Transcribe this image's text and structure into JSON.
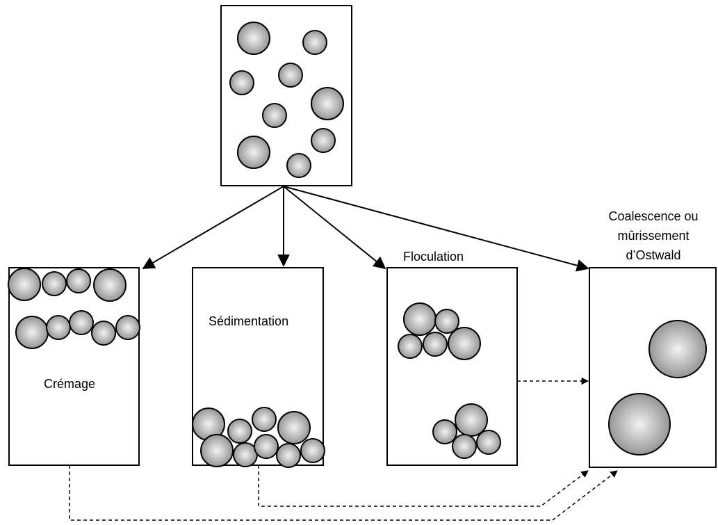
{
  "labels": {
    "cremage": "Crémage",
    "sedimentation": "Sédimentation",
    "floculation": "Floculation",
    "coalescence_line1": "Coalescence ou",
    "coalescence_line2": "mûrissement",
    "coalescence_line3": "d’Ostwald"
  },
  "colors": {
    "droplet_center": "#f2f2f2",
    "droplet_edge": "#8c8c8c",
    "stroke": "#000000"
  }
}
